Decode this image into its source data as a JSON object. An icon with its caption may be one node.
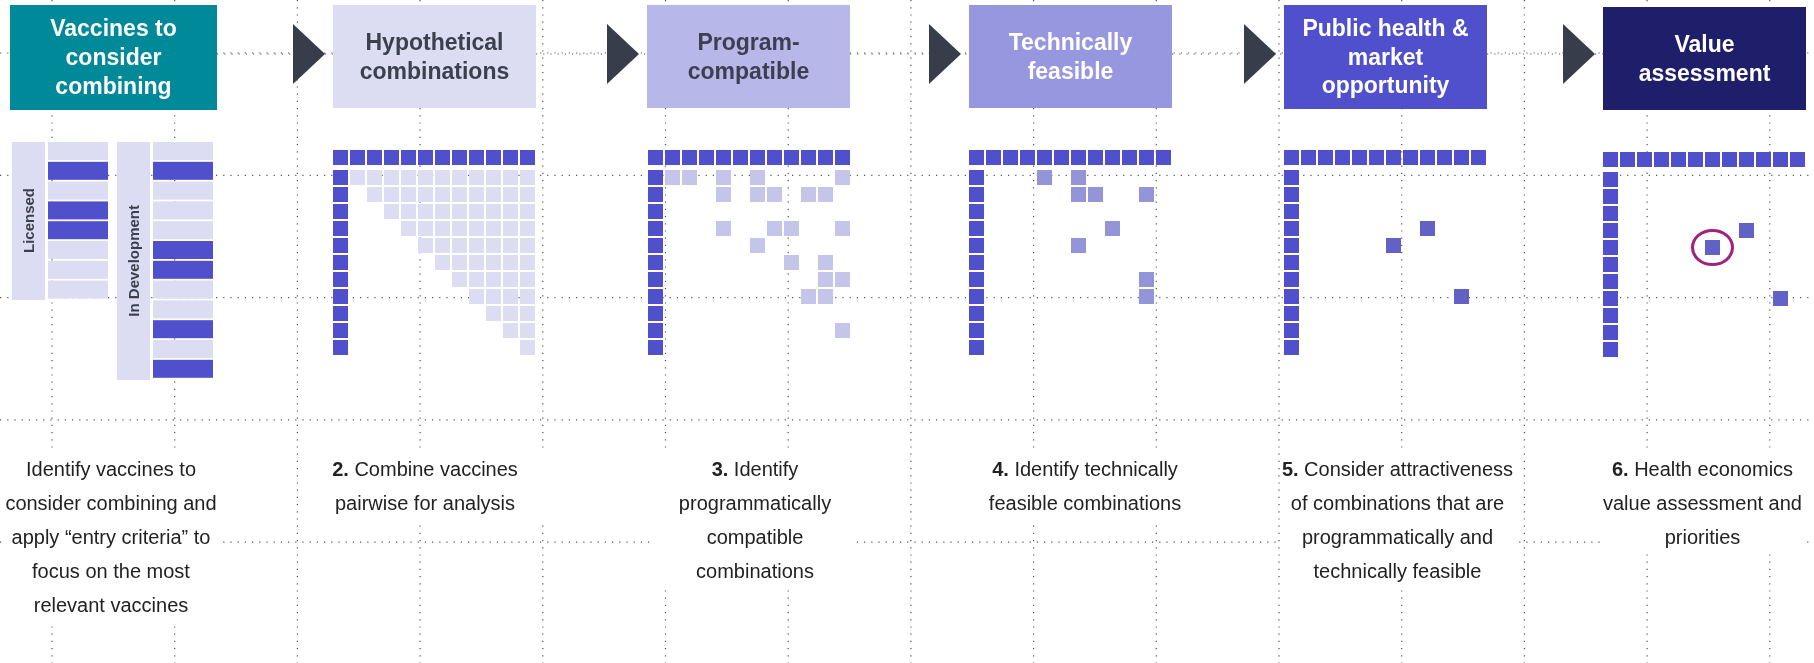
{
  "diagram": {
    "nodes": [
      {
        "text": [
          "Vaccines to consider combining"
        ]
      },
      {
        "text": [
          "Hypothetical combinations"
        ]
      },
      {
        "text": [
          "Program-compatible"
        ]
      },
      {
        "text": [
          "Technically feasible"
        ]
      },
      {
        "text": [
          "Public health & market opportunity"
        ]
      },
      {
        "text": [
          "Value assessment"
        ]
      },
      {
        "text": [
          "Licensed"
        ]
      },
      {
        "text": [
          "In Development"
        ]
      }
    ],
    "edges": [
      {
        "from": 0,
        "to": 1,
        "arrow": "to"
      },
      {
        "from": 1,
        "to": 2,
        "arrow": "to"
      },
      {
        "from": 2,
        "to": 3,
        "arrow": "to"
      },
      {
        "from": 3,
        "to": 4,
        "arrow": "to"
      },
      {
        "from": 4,
        "to": 5,
        "arrow": "to"
      }
    ],
    "labels": [
      "Identify vaccines to consider combining and apply “entry criteria” to focus on the most relevant vaccines",
      "**2.** Combine vaccines pairwise for analysis",
      "**3.** Identify programmatically compatible combinations",
      "**4.** Identify technically feasible combinations",
      "**5.** Consider attractiveness of combinations that are programmatically and technically feasible",
      "**6.** Health economics value assessment and priorities"
    ]
  }
}
